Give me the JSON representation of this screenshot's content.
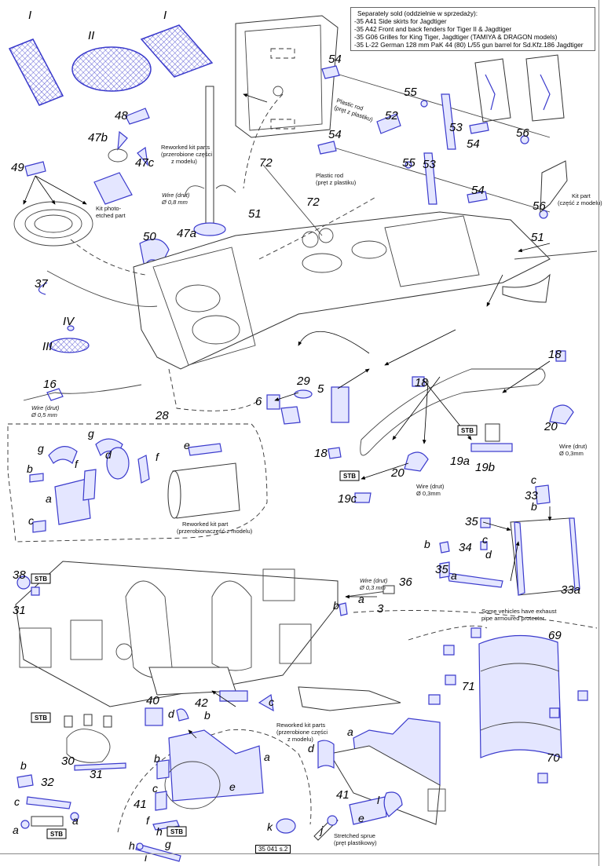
{
  "separately_sold": {
    "title": "Separately sold (oddzielnie w sprzedaży):",
    "items": [
      "-35 A41 Side skirts for Jagdtiger",
      "-35 A42 Front and back fenders for Tiger II & Jagdtiger",
      "-35 G06 Grilles for King Tiger, Jagdtiger (TAMIYA & DRAGON models)",
      "-35 L-22 German 128 mm PaK 44 (80) L/55 gun barrel for Sd.Kfz.186 Jagdtiger"
    ]
  },
  "notes": {
    "reworked_kit_parts_1": "Reworked kit parts",
    "reworked_kit_parts_1b": "(przerobione części",
    "reworked_kit_parts_1c": "z modelu)",
    "wire_08": "Wire (drut)",
    "wire_08b": "Ø 0,8 mm",
    "kit_pe": "Kit photo-",
    "kit_pe_b": "etched part",
    "plastic_rod_1": "Plastic rod",
    "plastic_rod_1b": "(pręt z plastiku)",
    "plastic_rod_2": "Plastic rod",
    "plastic_rod_2b": "(pręt z plastiku)",
    "kit_part": "Kit part",
    "kit_part_b": "(część z modelu)",
    "wire_05": "Wire (drut)",
    "wire_05b": "Ø 0,5 mm",
    "reworked_kit_part_2": "Reworked kit part",
    "reworked_kit_part_2b": "(przerobionaczęść z modelu)",
    "wire_03_a": "Wire (drut)",
    "wire_03_ab": "Ø 0,3mm",
    "wire_03_b": "Wire (drut)",
    "wire_03_bb": "Ø 0,3mm",
    "wire_03_c": "Wire (drut)",
    "wire_03_cb": "Ø 0,3 mm",
    "exhaust_note": "Some vehicles have exhaust",
    "exhaust_note_b": "pipe armoured protecter",
    "reworked_kit_parts_3": "Reworked kit parts",
    "reworked_kit_parts_3b": "(przerobione części",
    "reworked_kit_parts_3c": "z modelu)",
    "stretched_sprue": "Stretched sprue",
    "stretched_sprue_b": "(pręt plastikowy)"
  },
  "stb_label": "STB",
  "page_number": "35 041 s.2",
  "parts": {
    "I_a": "I",
    "II": "II",
    "I_b": "I",
    "p48": "48",
    "p47b": "47b",
    "p47c": "47c",
    "p49": "49",
    "p47a": "47a",
    "p50": "50",
    "p37": "37",
    "IV": "IV",
    "III": "III",
    "p16": "16",
    "p29": "29",
    "p6": "6",
    "p5": "5",
    "p18a": "18",
    "p18b": "18",
    "p18c": "18",
    "p20a": "20",
    "p20b": "20",
    "p19a": "19a",
    "p19b": "19b",
    "p19c": "19c",
    "p28": "28",
    "g1": "g",
    "g2": "g",
    "d1": "d",
    "e1": "e",
    "f1": "f",
    "f2": "f",
    "b1": "b",
    "a1": "a",
    "c1": "c",
    "p72a": "72",
    "p72b": "72",
    "p51a": "51",
    "p51b": "51",
    "p54a": "54",
    "p55a": "55",
    "p52": "52",
    "p53a": "53",
    "p56a": "56",
    "p54b": "54",
    "p54c": "54",
    "p55b": "55",
    "p53b": "53",
    "p54d": "54",
    "p56b": "56",
    "p38": "38",
    "p31a": "31",
    "p36": "36",
    "p3": "3",
    "a2": "a",
    "b2": "b",
    "p34": "34",
    "p35a": "35",
    "p35b": "35",
    "p33": "33",
    "p33a": "33a",
    "b3": "b",
    "c3": "c",
    "b4": "b",
    "c4": "c",
    "d4": "d",
    "a4": "a",
    "p69": "69",
    "p71": "71",
    "p70": "70",
    "p40": "40",
    "p42": "42",
    "b5": "b",
    "d5": "d",
    "c5": "c",
    "p30": "30",
    "p31b": "31",
    "p32": "32",
    "b6": "b",
    "c6": "c",
    "a6": "a",
    "a7": "a",
    "p41a": "41",
    "b8": "b",
    "c8": "c",
    "a8": "a",
    "e8": "e",
    "f8": "f",
    "h8a": "h",
    "h8b": "h",
    "i8": "i",
    "g8": "g",
    "p41b": "41",
    "d9": "d",
    "a9": "a",
    "e9": "e",
    "l9": "l",
    "j9": "j",
    "k9": "k"
  }
}
